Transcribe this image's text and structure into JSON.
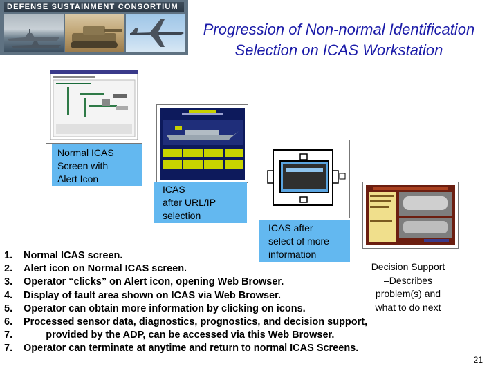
{
  "banner": {
    "title": "DEFENSE SUSTAINMENT CONSORTIUM"
  },
  "slide": {
    "title_line1": "Progression of Non-normal Identification",
    "title_line2": "Selection on ICAS Workstation",
    "page_number": "21"
  },
  "callouts": {
    "normal_icas": [
      "Normal ICAS",
      "Screen with",
      "Alert Icon"
    ],
    "after_url": [
      "ICAS",
      "after URL/IP",
      "selection"
    ],
    "after_select": [
      "ICAS after",
      "select of more",
      "information"
    ],
    "decision_support": [
      "Decision Support",
      "–Describes",
      "problem(s) and",
      "what to do next"
    ]
  },
  "steps": [
    {
      "num": "1.",
      "text": "Normal ICAS screen."
    },
    {
      "num": "2.",
      "text": "Alert icon on Normal ICAS screen."
    },
    {
      "num": "3.",
      "text": "Operator “clicks” on Alert icon, opening Web Browser."
    },
    {
      "num": "4.",
      "text": "Display of fault area shown on ICAS via Web Browser."
    },
    {
      "num": "5.",
      "text": "Operator can obtain more information by clicking on icons."
    },
    {
      "num": "6.",
      "text": "Processed sensor data, diagnostics, prognostics, and decision support,"
    },
    {
      "num": "7.",
      "text": "        provided by the ADP, can be accessed via this Web Browser."
    },
    {
      "num": "7.",
      "text": "Operator can terminate at anytime and return to normal ICAS Screens."
    }
  ],
  "colors": {
    "title": "#1b1ba8",
    "callout_blue": "#63b8f0",
    "banner": "#5f7282"
  }
}
